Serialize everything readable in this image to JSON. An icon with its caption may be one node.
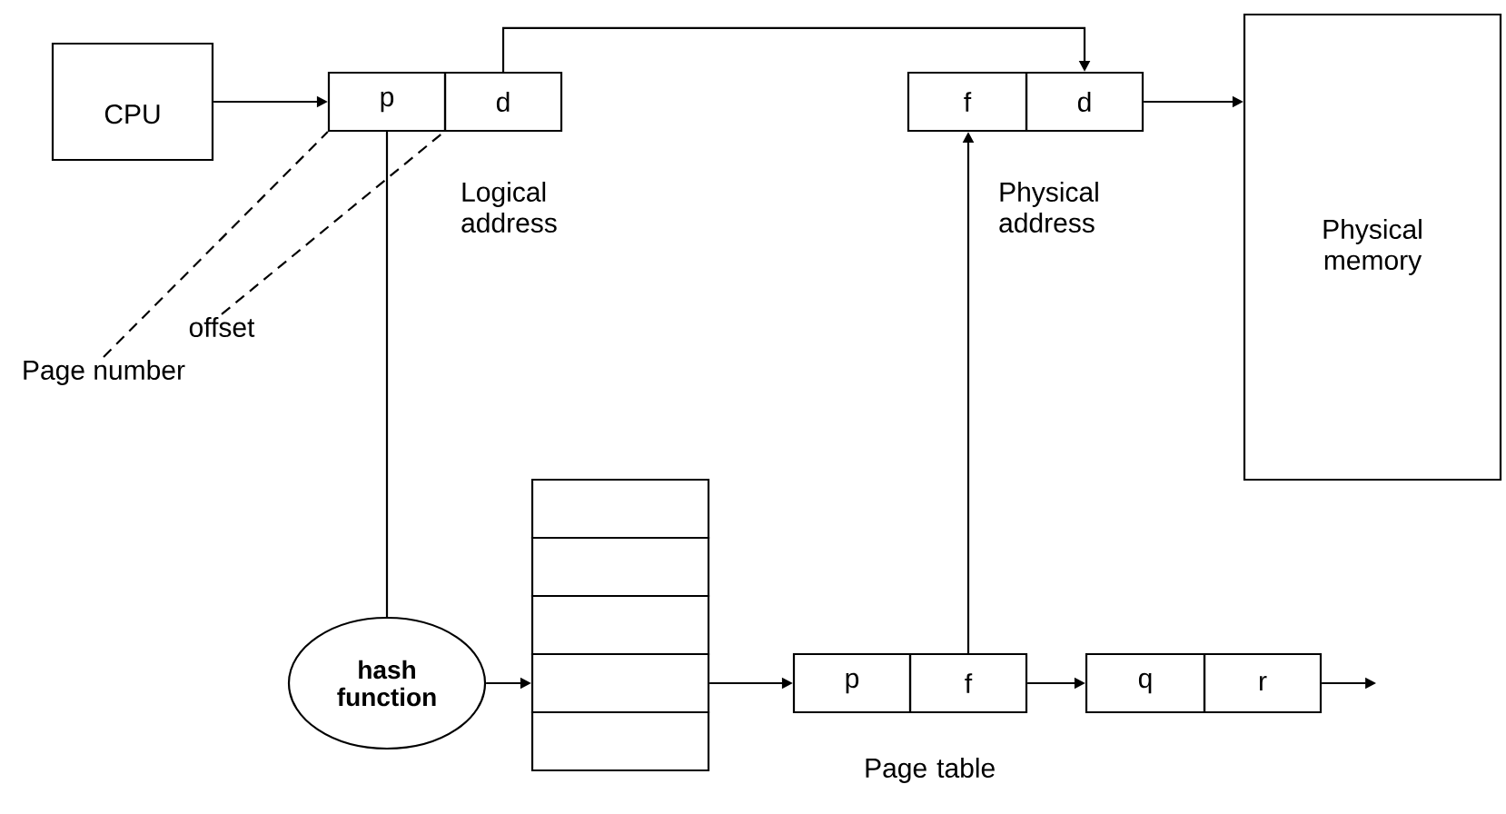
{
  "diagram": {
    "nodes": [
      {
        "text": [
          "CPU"
        ]
      },
      {
        "text": [
          "p"
        ]
      },
      {
        "text": [
          "d"
        ]
      },
      {
        "text": [
          "f"
        ]
      },
      {
        "text": [
          "d"
        ]
      },
      {
        "text": [
          "Physical memory"
        ]
      },
      {
        "text": [
          "hash function"
        ]
      },
      {
        "text": [],
        "shape": "box"
      },
      {
        "text": [],
        "shape": "box"
      },
      {
        "text": [],
        "shape": "box"
      },
      {
        "text": [],
        "shape": "box"
      },
      {
        "text": [],
        "shape": "box"
      },
      {
        "text": [
          "p"
        ]
      },
      {
        "text": [
          "f"
        ]
      },
      {
        "text": [
          "q"
        ]
      },
      {
        "text": [
          "r"
        ]
      },
      {
        "text": [
          "Page number"
        ]
      },
      {
        "text": [
          "offset"
        ]
      }
    ],
    "edges": [
      {
        "from": 0,
        "to": 1,
        "arrow": "to"
      },
      {
        "from": 2,
        "to": 4,
        "arrow": "to"
      },
      {
        "from": 1,
        "to": 6,
        "arrow": "none"
      },
      {
        "from": 6,
        "to": 10,
        "arrow": "to"
      },
      {
        "from": 10,
        "to": 12,
        "arrow": "to"
      },
      {
        "from": 13,
        "to": 3,
        "arrow": "to"
      },
      {
        "from": 13,
        "to": 14,
        "arrow": "to"
      },
      {
        "from": 15,
        "to": null,
        "arrow": "to"
      },
      {
        "from": 4,
        "to": 5,
        "arrow": "to"
      },
      {
        "from": 16,
        "to": 1,
        "arrow": "none",
        "style": "dashed"
      },
      {
        "from": 17,
        "to": 2,
        "arrow": "none",
        "style": "dashed"
      }
    ],
    "labels": [
      "Logical address",
      "Physical address",
      "Page table"
    ]
  }
}
